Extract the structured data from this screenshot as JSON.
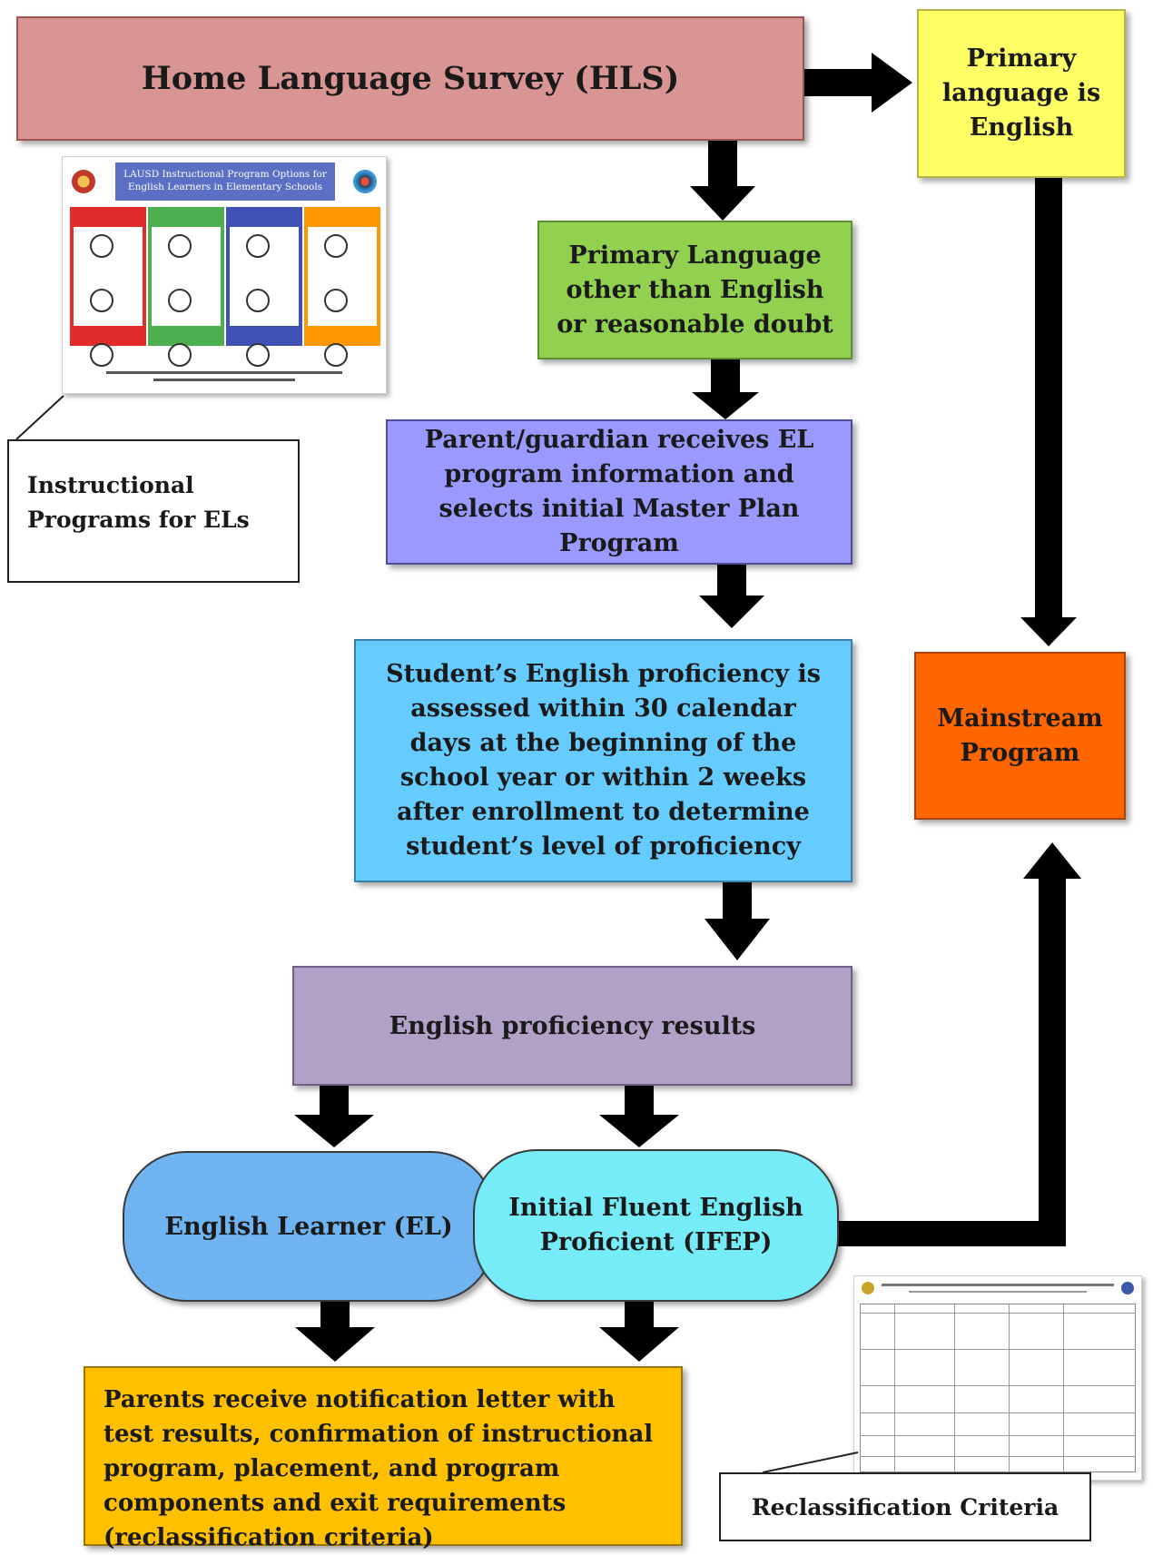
{
  "nodes": {
    "hls": "Home Language Survey (HLS)",
    "primary_english": "Primary language is English",
    "primary_other": "Primary Language other than English or reasonable doubt",
    "parent_receives": "Parent/guardian receives EL program information and selects initial Master Plan Program",
    "assessed": "Student’s English proficiency is assessed within 30 calendar days at the beginning of the school year or within 2 weeks after enrollment to determine student’s level of proficiency",
    "results": "English proficiency results",
    "mainstream": "Mainstream Program",
    "el": "English Learner (EL)",
    "ifep": "Initial Fluent English Proficient (IFEP)",
    "notification": "Parents receive notification letter with test results, confirmation of instructional program, placement, and program components and exit requirements (reclassification criteria)"
  },
  "callouts": {
    "instructional_programs": "Instructional Programs for ELs",
    "reclassification": "Reclassification Criteria"
  },
  "thumb_instructional": {
    "title_line1": "LAUSD Instructional Program Options for",
    "title_line2": "English Learners in Elementary Schools"
  },
  "colors": {
    "hls": "#d99594",
    "primary_english": "#ffff66",
    "primary_other": "#92d050",
    "parent_receives": "#9999ff",
    "assessed": "#66ccff",
    "results": "#b2a1c7",
    "mainstream": "#ff6600",
    "el": "#6fb3f0",
    "ifep": "#75ecf7",
    "notification": "#ffc000",
    "arrow": "#000000"
  }
}
